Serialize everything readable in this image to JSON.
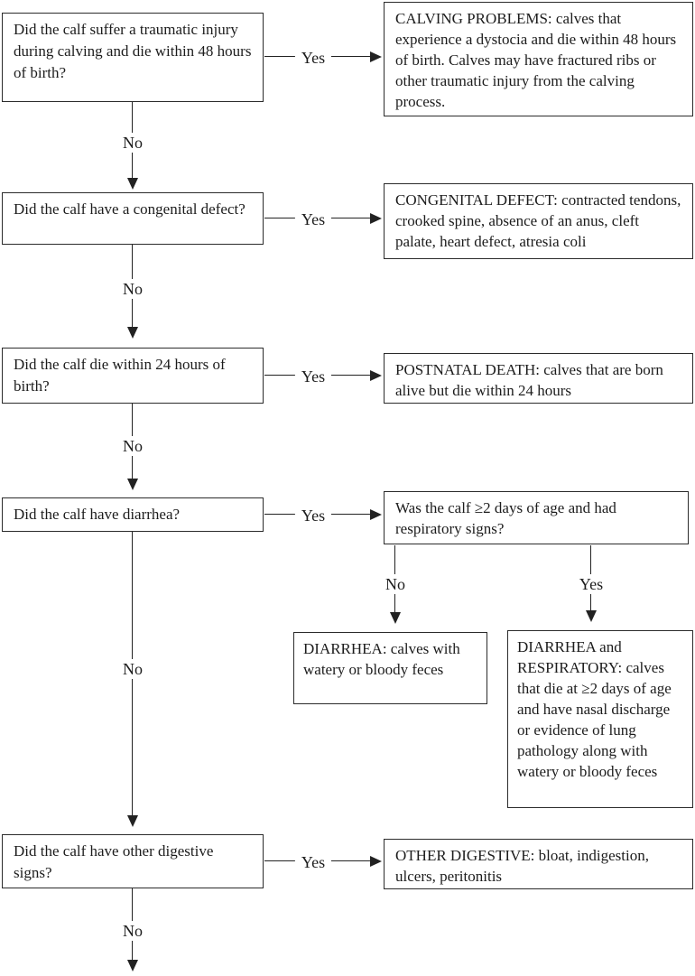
{
  "diagram": {
    "type": "decision-tree-flowchart",
    "topic": "calf mortality cause classification",
    "colors": {
      "background": "#ffffff",
      "line": "#222222",
      "border": "#2b2b2b",
      "text": "#1c1c1c"
    },
    "labels": {
      "yes": "Yes",
      "no": "No"
    },
    "questions": {
      "q1": "Did the calf suffer a traumatic injury during calving and die within 48 hours of birth?",
      "q2": "Did the calf have a congenital defect?",
      "q3": "Did the calf die within 24 hours of birth?",
      "q4": "Did the calf have diarrhea?",
      "q5": "Was the calf ≥2 days of age and had respiratory signs?",
      "q6": "Did the calf have other digestive signs?"
    },
    "outcomes": {
      "calving_problems": "CALVING PROBLEMS: calves that experience a dystocia and die within 48 hours of birth.  Calves may have fractured ribs or other traumatic injury from the calving process.",
      "congenital_defect": "CONGENITAL DEFECT: contracted tendons, crooked spine, absence of an anus, cleft palate, heart defect, atresia coli",
      "postnatal_death": "POSTNATAL DEATH: calves that are born alive but die within 24 hours",
      "diarrhea": "DIARRHEA: calves with watery or bloody feces",
      "diarrhea_respiratory": "DIARRHEA and RESPIRATORY: calves that die at ≥2 days of age and have nasal discharge or evidence of lung pathology along with watery or bloody feces",
      "other_digestive": "OTHER DIGESTIVE: bloat, indigestion, ulcers, peritonitis"
    }
  }
}
